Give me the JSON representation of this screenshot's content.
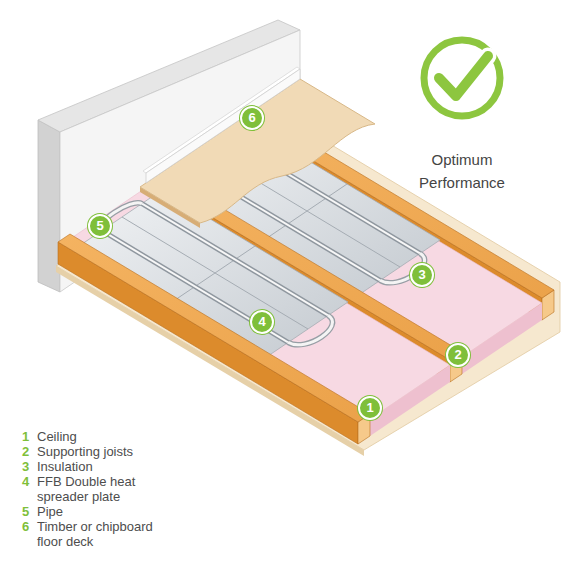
{
  "diagram": {
    "labels": [
      "6",
      "5",
      "3",
      "4",
      "2",
      "1",
      "Optimum Performance",
      "1",
      "Ceiling",
      "2",
      "Supporting joists",
      "3",
      "Insulation",
      "4",
      "FFB Double heat spreader plate",
      "5",
      "Pipe",
      "6",
      "Timber or chipboard floor deck"
    ]
  }
}
